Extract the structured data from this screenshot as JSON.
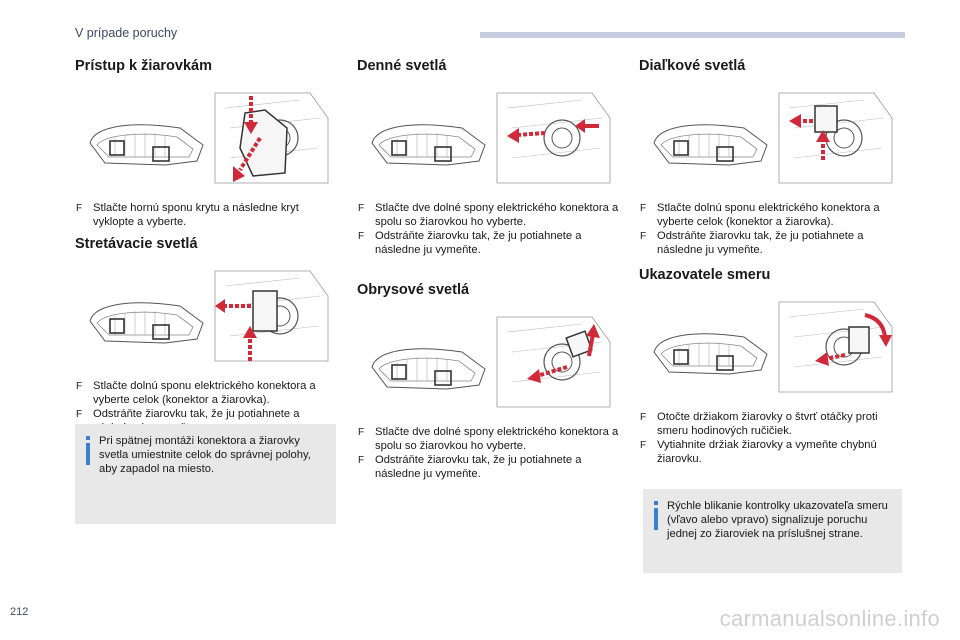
{
  "header": {
    "title": "V prípade poruchy"
  },
  "page_number": "212",
  "watermark": "carmanualsonline.info",
  "bullet_glyph": "",
  "sections": {
    "pristup": {
      "title": "Prístup k žiarovkám",
      "steps": [
        "Stlačte hornú sponu krytu a následne kryt vyklopte a vyberte."
      ]
    },
    "stretavacie": {
      "title": "Stretávacie svetlá",
      "steps": [
        "Stlačte dolnú sponu elektrického konektora a vyberte celok (konektor a žiarovka).",
        "Odstráňte žiarovku tak, že ju potiahnete a následne ju vymeňte."
      ],
      "note": "Pri spätnej montáži konektora a žiarovky svetla umiestnite celok do správnej polohy, aby zapadol na miesto."
    },
    "denne": {
      "title": "Denné svetlá",
      "steps": [
        "Stlačte dve dolné spony elektrického konektora a spolu so žiarovkou ho vyberte.",
        "Odstráňte žiarovku tak, že ju potiahnete a následne ju vymeňte."
      ]
    },
    "obrysove": {
      "title": "Obrysové svetlá",
      "steps": [
        "Stlačte dve dolné spony elektrického konektora a spolu so žiarovkou ho vyberte.",
        "Odstráňte žiarovku tak, že ju potiahnete a následne ju vymeňte."
      ]
    },
    "dialkove": {
      "title": "Diaľkové svetlá",
      "steps": [
        "Stlačte dolnú sponu elektrického konektora a vyberte celok (konektor a žiarovka).",
        "Odstráňte žiarovku tak, že ju potiahnete a následne ju vymeňte."
      ]
    },
    "ukazovatele": {
      "title": "Ukazovatele smeru",
      "steps": [
        "Otočte držiakom žiarovky o štvrť otáčky proti smeru hodinových ručičiek.",
        "Vytiahnite držiak žiarovky a vymeňte chybnú žiarovku."
      ],
      "note": "Rýchle blikanie kontrolky ukazovateľa smeru (vľavo alebo vpravo) signalizuje poruchu jednej zo žiaroviek na príslušnej strane."
    }
  },
  "colors": {
    "arrow": "#d0293a",
    "note_bg": "#e8e8e8",
    "info_icon": "#3b7fd0",
    "header_bar": "#c7cde0"
  }
}
